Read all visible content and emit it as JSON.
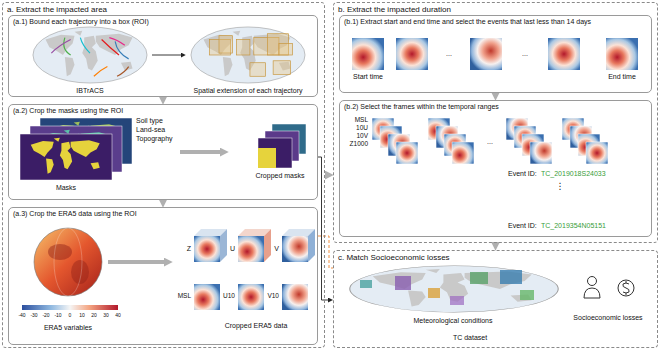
{
  "diagram": {
    "nodes": [
      {
        "text": [
          "a. Extract the impacted area"
        ]
      },
      {
        "text": [
          "(a.1) Bound each trajectory into a box (ROI)"
        ],
        "in": 0
      },
      {
        "text": [
          "(a.2) Crop the masks using the ROI"
        ],
        "in": 0
      },
      {
        "text": [
          "(a.3) Crop the ERA5 data using the ROI"
        ],
        "in": 0
      },
      {
        "text": [
          "b. Extract the impacted duration"
        ]
      },
      {
        "text": [
          "(b.1) Extract start and end time and select the events that last less than 14 days"
        ],
        "in": 4
      },
      {
        "text": [
          "(b.2) Select the frames within the temporal ranges"
        ],
        "in": 4
      },
      {
        "text": [
          "c. Match Socioeconomic losses"
        ]
      }
    ],
    "edges": [
      {
        "from": 1,
        "to": 2,
        "arrow": "to"
      },
      {
        "from": 2,
        "to": 3,
        "arrow": "to"
      },
      {
        "from": 0,
        "to": 4,
        "arrow": "to"
      },
      {
        "from": 5,
        "to": 6,
        "arrow": "to"
      },
      {
        "from": 4,
        "to": 7,
        "arrow": "to"
      },
      {
        "from": 2,
        "to": 7,
        "arrow": "to"
      },
      {
        "from": 3,
        "to": 7,
        "arrow": "none"
      }
    ],
    "labels": [
      "IBTrACS",
      "Spatial extension of each trajectory",
      "Topography",
      "Land-sea",
      "Soil type",
      "Masks",
      "Cropped masks",
      "-40",
      "-30",
      "-20",
      "-10",
      "0",
      "10",
      "20",
      "30",
      "40",
      "ERA5 variables",
      "Z",
      "U",
      "V",
      "MSL",
      "U10",
      "V10",
      "Cropped ERA5 data",
      "Start time",
      "...",
      "...",
      "End time",
      "MSL",
      "10U",
      "10V",
      "Z1000",
      "...",
      "Event ID:",
      "TC_2019018S24033",
      "⋮",
      "Event ID:",
      "TC_2019354N05151",
      "Meteorological conditions",
      "TC dataset",
      "Socioeconomic losses"
    ]
  }
}
